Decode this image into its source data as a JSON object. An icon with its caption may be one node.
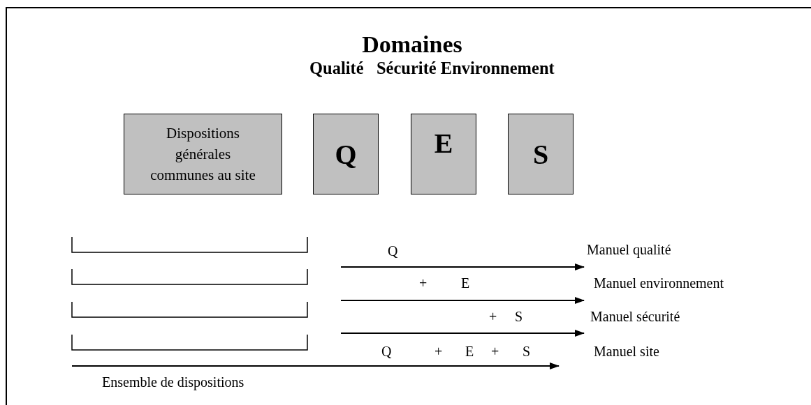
{
  "diagram": {
    "title": "Domaines",
    "nodes": [
      {
        "text": [
          "Dispositions générales communes au site"
        ]
      },
      {
        "text": [
          "Q"
        ]
      },
      {
        "text": [
          "E"
        ]
      },
      {
        "text": [
          "S"
        ]
      },
      {
        "text": [
          "Manuel qualité"
        ]
      },
      {
        "text": [
          "Manuel environnement"
        ]
      },
      {
        "text": [
          "Manuel sécurité"
        ]
      },
      {
        "text": [
          "Manuel site"
        ]
      }
    ],
    "edges": [
      {
        "from": null,
        "to": 4,
        "arrow": "to"
      },
      {
        "from": null,
        "to": 5,
        "arrow": "to"
      },
      {
        "from": null,
        "to": 6,
        "arrow": "to"
      },
      {
        "from": null,
        "to": 7,
        "arrow": "to"
      }
    ],
    "labels": [
      "Qualité   Sécurité Environnement",
      "Q",
      "+",
      "E",
      "+",
      "S",
      "Q",
      "+",
      "E",
      "+",
      "S",
      "Ensemble de dispositions"
    ]
  }
}
